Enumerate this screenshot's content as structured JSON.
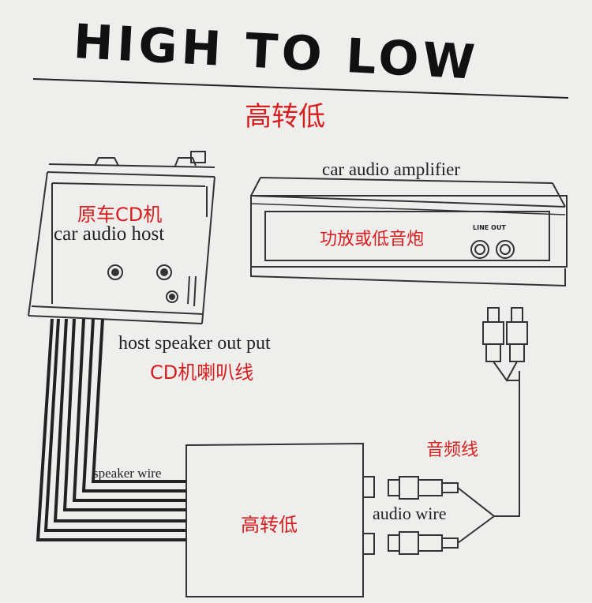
{
  "title": "HIGH TO LOW",
  "subtitle_cn": "高转低",
  "host": {
    "label_cn": "原车CD机",
    "label_en": "car audio host"
  },
  "amplifier": {
    "title": "car audio amplifier",
    "label_cn": "功放或低音炮",
    "line_out": "LINE OUT"
  },
  "speaker_output": {
    "label_en": "host speaker out put",
    "label_cn": "CD机喇叭线"
  },
  "speaker_wire_label": "speaker wire",
  "converter_label_cn": "高转低",
  "audio_wire": {
    "label_en": "audio wire",
    "label_cn": "音频线"
  },
  "colors": {
    "annotation_red": "#d81e1e",
    "ink": "#222222",
    "paper": "#eeeeec"
  }
}
